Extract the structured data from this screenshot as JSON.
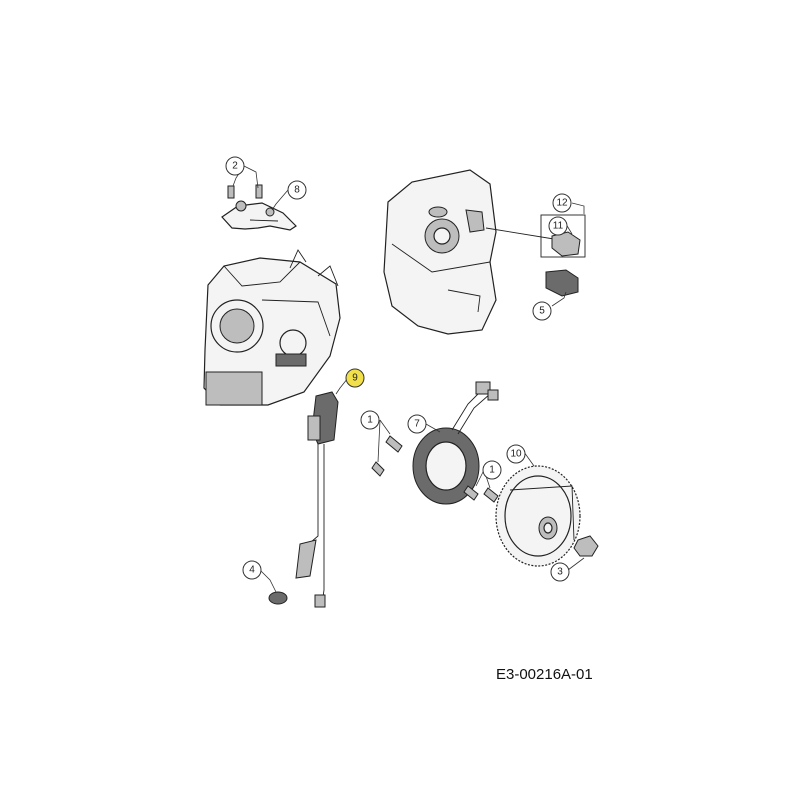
{
  "callouts": [
    {
      "id": "c2",
      "label": "2"
    },
    {
      "id": "c8",
      "label": "8"
    },
    {
      "id": "c12",
      "label": "12"
    },
    {
      "id": "c11",
      "label": "11"
    },
    {
      "id": "c5",
      "label": "5"
    },
    {
      "id": "c9",
      "label": "9",
      "highlight_color": "#f2e04a"
    },
    {
      "id": "c1a",
      "label": "1"
    },
    {
      "id": "c7",
      "label": "7"
    },
    {
      "id": "c1b",
      "label": "1"
    },
    {
      "id": "c10",
      "label": "10"
    },
    {
      "id": "c3",
      "label": "3"
    },
    {
      "id": "c4",
      "label": "4"
    }
  ],
  "document_code": "E3-00216A-01"
}
